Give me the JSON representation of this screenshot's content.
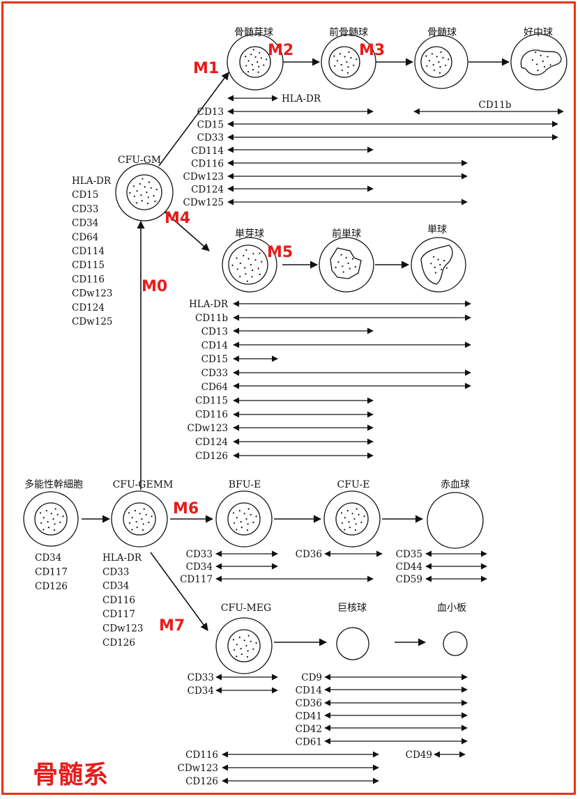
{
  "title": "骨髄系",
  "colors": {
    "frame": "#e8320f",
    "marker": "#e81c1c",
    "ink": "#111111"
  },
  "stage_markers": [
    "M0",
    "M1",
    "M2",
    "M3",
    "M4",
    "M5",
    "M6",
    "M7"
  ],
  "cells": {
    "gm": "CFU-GM",
    "myeloblast": "骨髄芽球",
    "promyelocyte": "前骨髄球",
    "myelocyte": "骨髄球",
    "neutrophil": "好中球",
    "monoblast": "単芽球",
    "promonocyte": "前単球",
    "monocyte": "単球",
    "stem": "多能性幹細胞",
    "gemm": "CFU-GEMM",
    "bfue": "BFU-E",
    "cfue": "CFU-E",
    "erythrocyte": "赤血球",
    "meg": "CFU-MEG",
    "megakaryocyte": "巨核球",
    "platelet": "血小板"
  },
  "gm_markers": [
    "HLA-DR",
    "CD15",
    "CD33",
    "CD34",
    "CD64",
    "CD114",
    "CD115",
    "CD116",
    "CDw123",
    "CD124",
    "CDw125"
  ],
  "stem_markers": [
    "CD34",
    "CD117",
    "CD126"
  ],
  "gemm_markers": [
    "HLA-DR",
    "CD33",
    "CD34",
    "CD116",
    "CD117",
    "CDw123",
    "CD126"
  ],
  "neutro_hla": "HLA-DR",
  "neutro_cd11b": "CD11b",
  "neutro_rows": [
    "CD13",
    "CD15",
    "CD33",
    "CD114",
    "CD116",
    "CDw123",
    "CD124",
    "CDw125"
  ],
  "mono_rows": [
    "HLA-DR",
    "CD11b",
    "CD13",
    "CD14",
    "CD15",
    "CD33",
    "CD64",
    "CD115",
    "CD116",
    "CDw123",
    "CD124",
    "CD126"
  ],
  "ery_rows": [
    "CD33",
    "CD34",
    "CD117"
  ],
  "ery_cd36": "CD36",
  "rbc_rows": [
    "CD35",
    "CD44",
    "CD59"
  ],
  "meg_rows": [
    "CD33",
    "CD34"
  ],
  "mk_rows": [
    "CD9",
    "CD14",
    "CD36",
    "CD41",
    "CD42",
    "CD61"
  ],
  "plt_cd49": "CD49",
  "bottom_rows": [
    "CD116",
    "CDw123",
    "CD126"
  ]
}
